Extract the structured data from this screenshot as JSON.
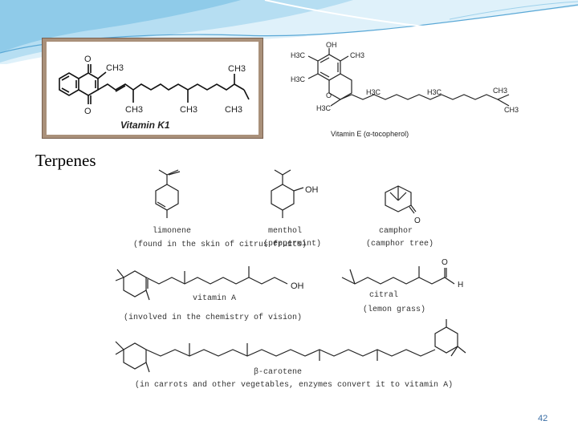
{
  "slide": {
    "heading": "Terpenes",
    "page_number": "42"
  },
  "vitamin_k1": {
    "caption": "Vitamin K1",
    "atoms": {
      "o_top": "O",
      "o_bottom": "O",
      "ch3_ring": "CH3",
      "ch3_1": "CH3",
      "ch3_2": "CH3",
      "ch3_3": "CH3",
      "ch3_top": "CH3"
    }
  },
  "vitamin_e": {
    "caption": "Vitamin E (α-tocopherol)",
    "atoms": {
      "oh": "OH",
      "h3c_1": "H3C",
      "ch3_1": "CH3",
      "h3c_2": "H3C",
      "o": "O",
      "h3c_3": "H3C",
      "h3c_4": "H3C",
      "h3c_5": "H3C",
      "ch3_top": "CH3",
      "ch3_end": "CH3"
    }
  },
  "terpenes": {
    "limonene": {
      "name": "limonene",
      "note": "(found in the skin of citrus fruits)"
    },
    "menthol": {
      "name": "menthol",
      "note": "(peppermint)",
      "group": "OH"
    },
    "camphor": {
      "name": "camphor",
      "note": "(camphor tree)",
      "group": "O"
    },
    "vitamin_a": {
      "name": "vitamin A",
      "note": "(involved in the chemistry of vision)",
      "group": "OH"
    },
    "citral": {
      "name": "citral",
      "note": "(lemon grass)",
      "o": "O",
      "h": "H"
    },
    "beta_carotene": {
      "name": "β-carotene",
      "note": "(in carrots and other vegetables, enzymes convert it to vitamin A)"
    }
  },
  "colors": {
    "accent": "#3a6ea5",
    "swoosh_light": "#cfe8f5",
    "swoosh_dark": "#7fbfe0",
    "frame": "#a9907a"
  }
}
